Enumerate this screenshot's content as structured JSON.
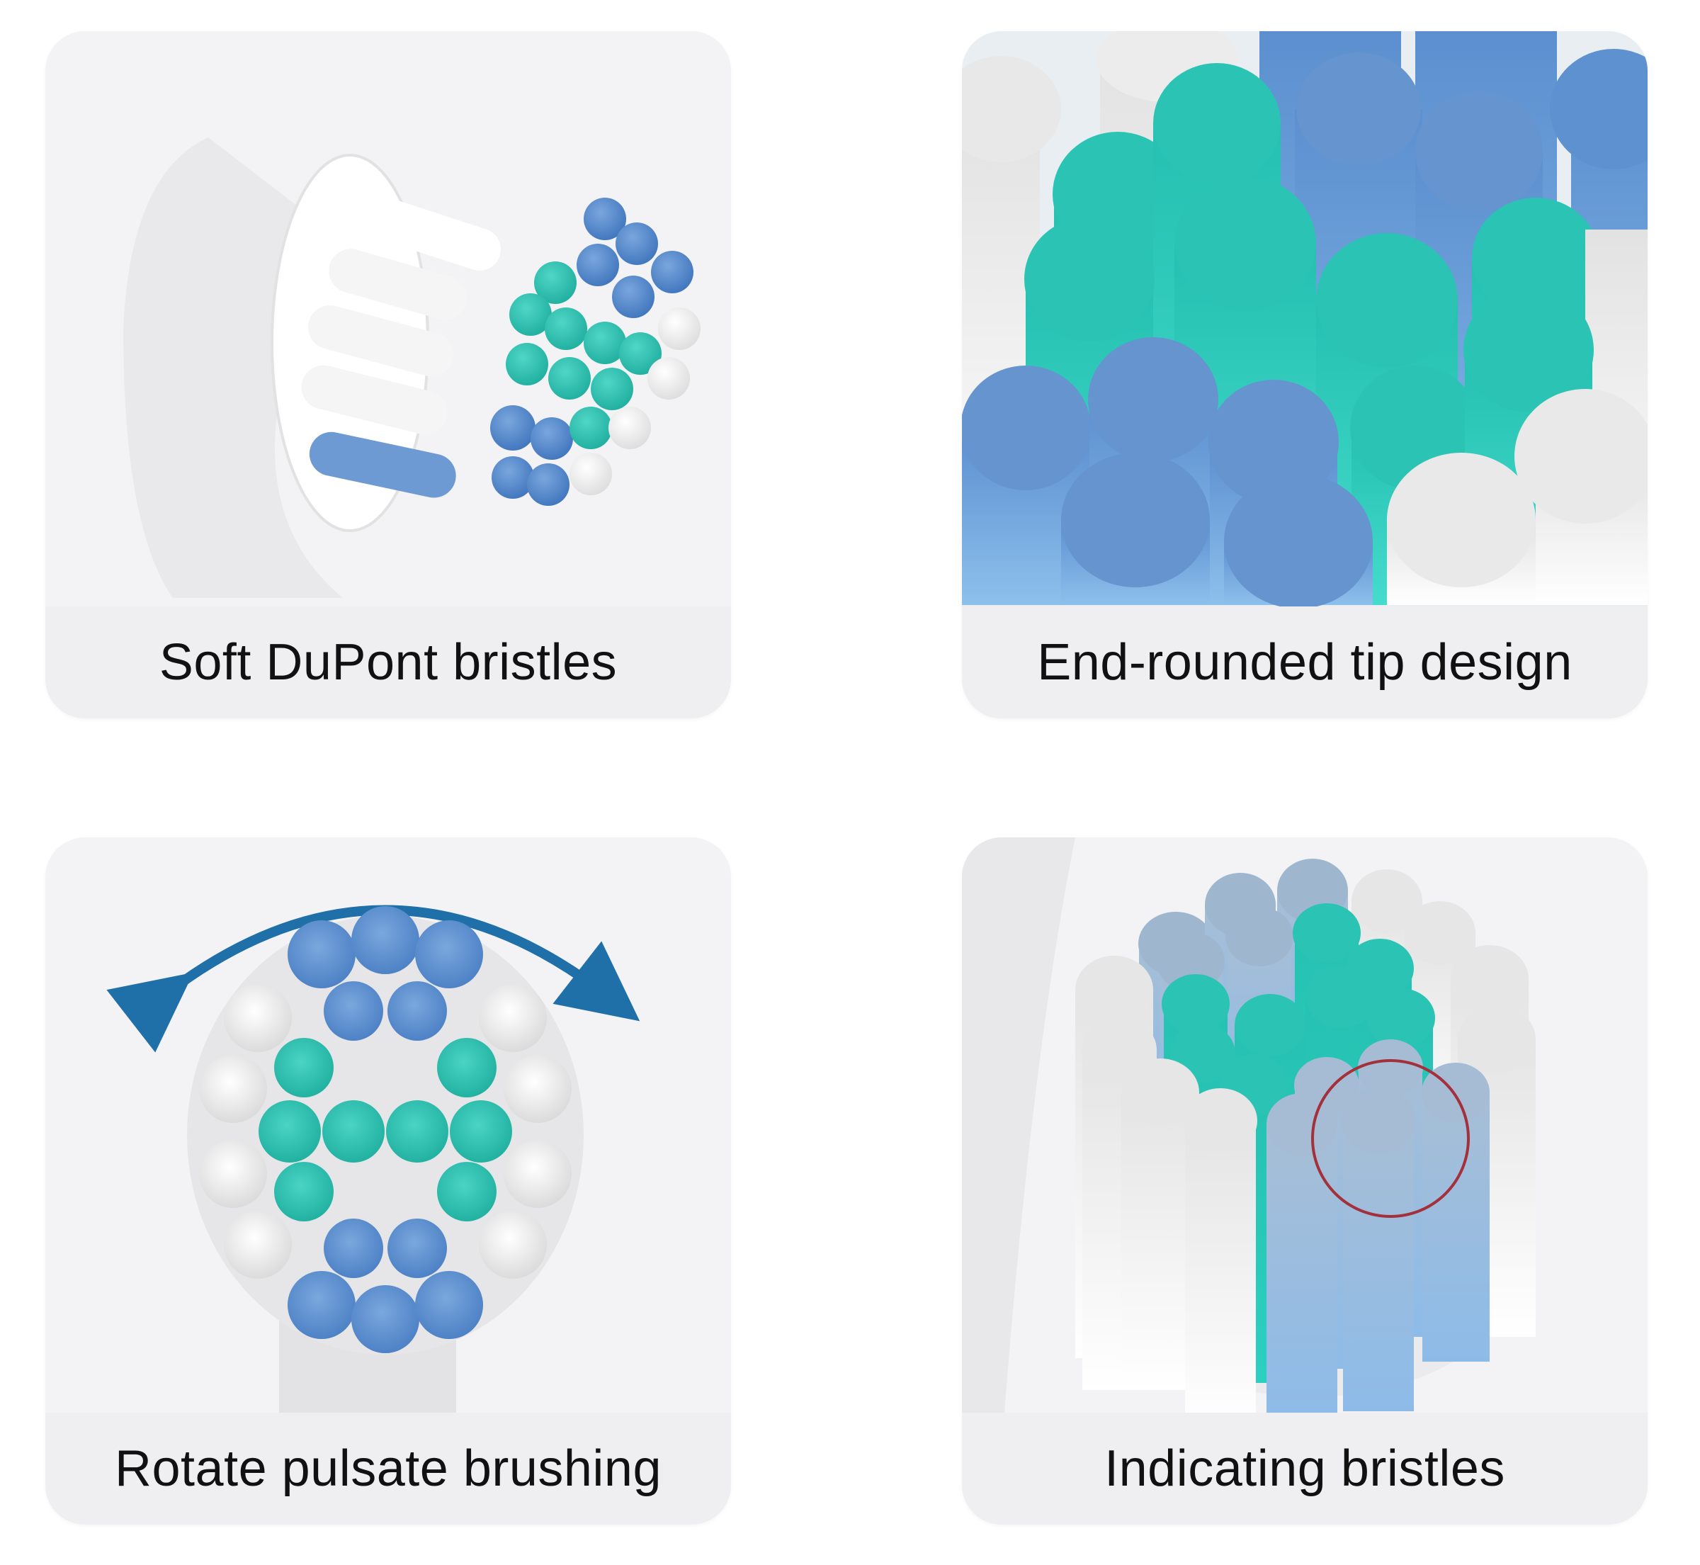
{
  "panels": [
    {
      "caption": "Soft DuPont bristles",
      "illustration": "angled-brush-head-bristles"
    },
    {
      "caption": "End-rounded tip design",
      "illustration": "close-up-bristle-tufts"
    },
    {
      "caption": "Rotate pulsate brushing",
      "illustration": "round-brush-head-rotation-arrow"
    },
    {
      "caption": "Indicating bristles",
      "illustration": "bristle-tufts-indicator-circle"
    }
  ],
  "colors": {
    "blue": "#5b8fcf",
    "teal": "#2fc2b4",
    "white_tuft": "#e6e6e6",
    "arrow": "#1f6fa8",
    "indicator_circle": "#a3303a",
    "panel_bg": "#f3f3f5",
    "caption_text": "#111111"
  }
}
